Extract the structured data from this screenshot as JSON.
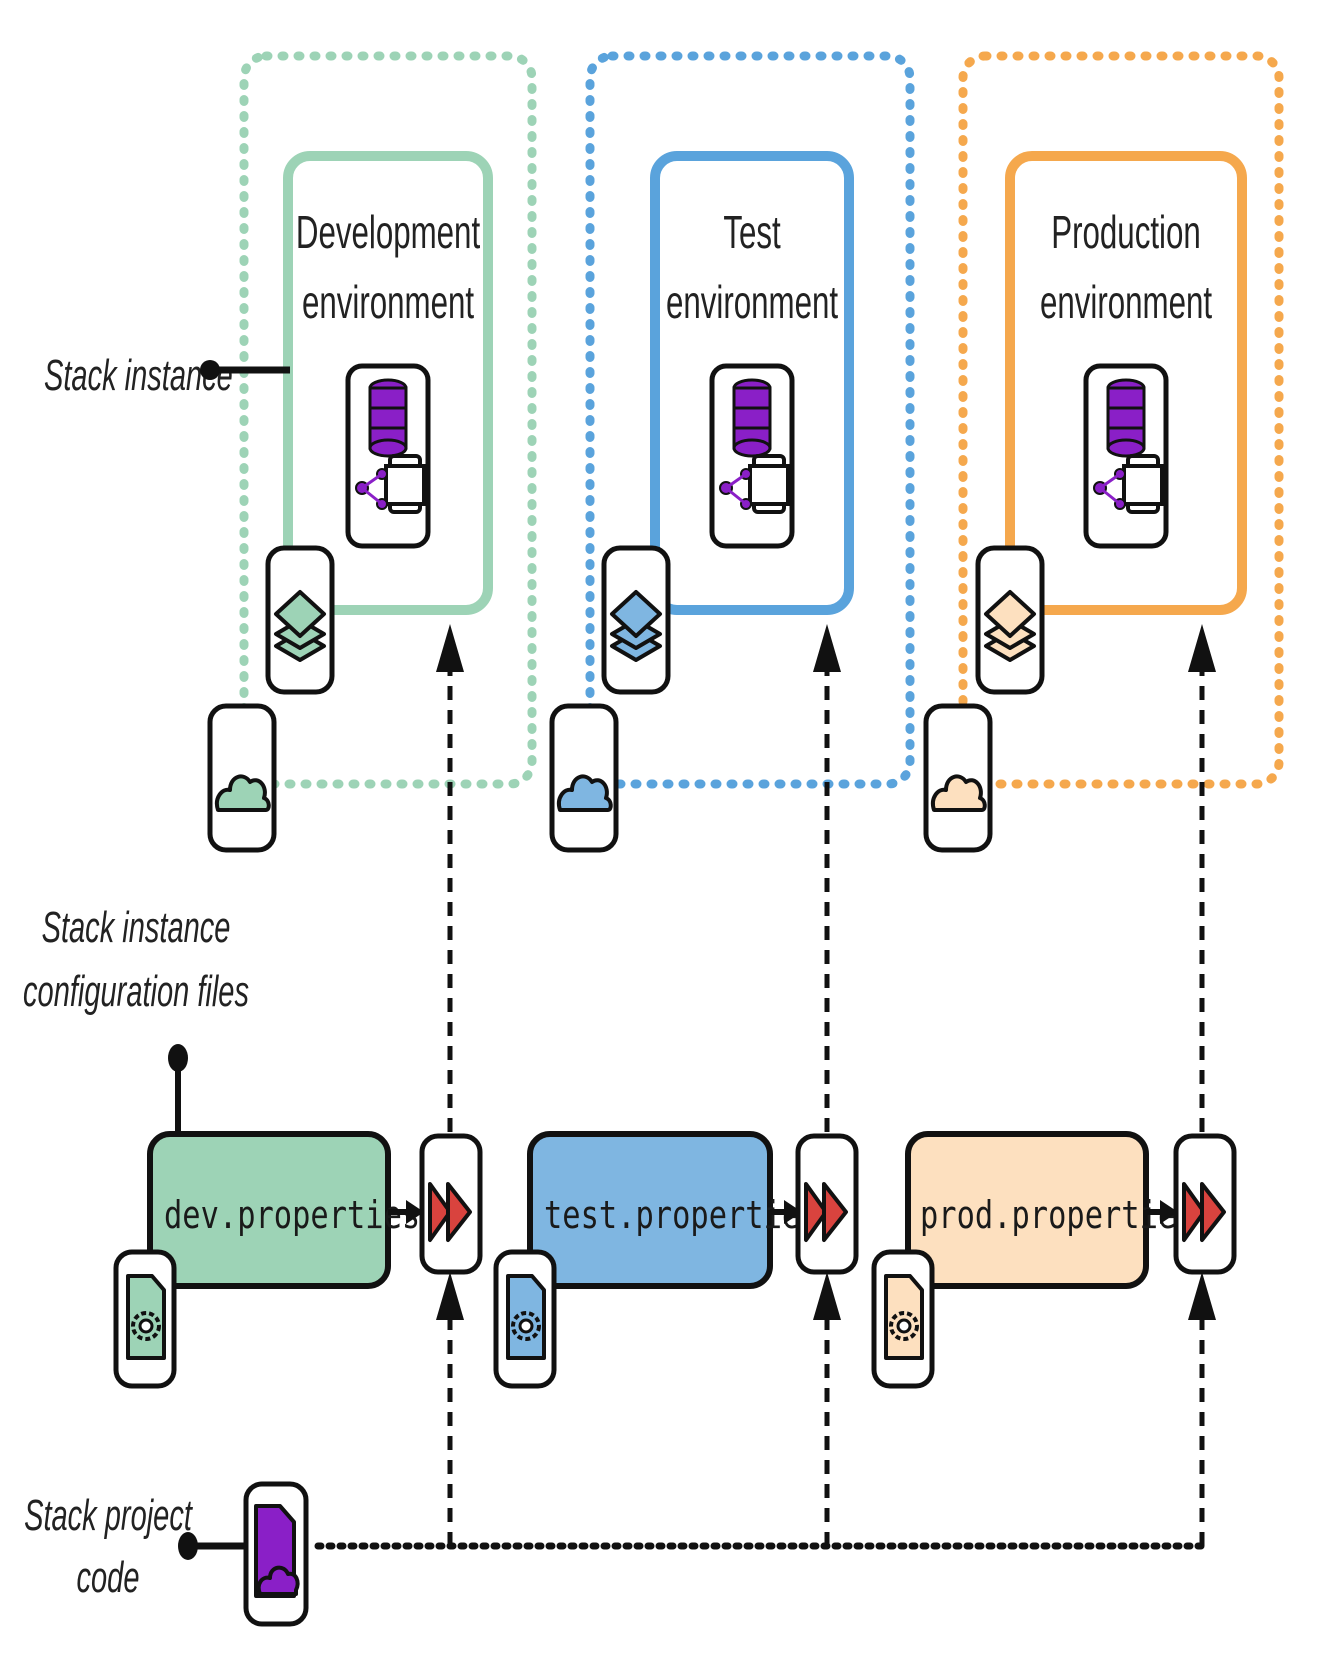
{
  "environments": [
    {
      "id": "dev",
      "title": [
        "Development",
        "environment"
      ],
      "properties_file": "dev.properties",
      "color": "#9dd3b6",
      "fill": "#9dd3b6",
      "dark": "#3e8d6a"
    },
    {
      "id": "test",
      "title": [
        "Test",
        "environment"
      ],
      "properties_file": "test.properties",
      "color": "#5aa3dc",
      "fill": "#7fb6e1",
      "dark": "#2f6fa7"
    },
    {
      "id": "prod",
      "title": [
        "Production",
        "environment"
      ],
      "properties_file": "prod.properties",
      "color": "#f5a84d",
      "fill": "#fde0bf",
      "dark": "#d98c2d"
    }
  ],
  "labels": {
    "stack_instance": "Stack instance",
    "config_files_line1": "Stack instance",
    "config_files_line2": "configuration files",
    "project_code_line1": "Stack project",
    "project_code_line2": "code"
  },
  "colors": {
    "accent_purple": "#8a1fc7",
    "arrow_red": "#d9433e",
    "outline": "#111111"
  },
  "icons": [
    "database-server-icon",
    "layers-icon",
    "cloud-icon",
    "config-file-icon",
    "fast-forward-icon",
    "project-code-icon"
  ]
}
